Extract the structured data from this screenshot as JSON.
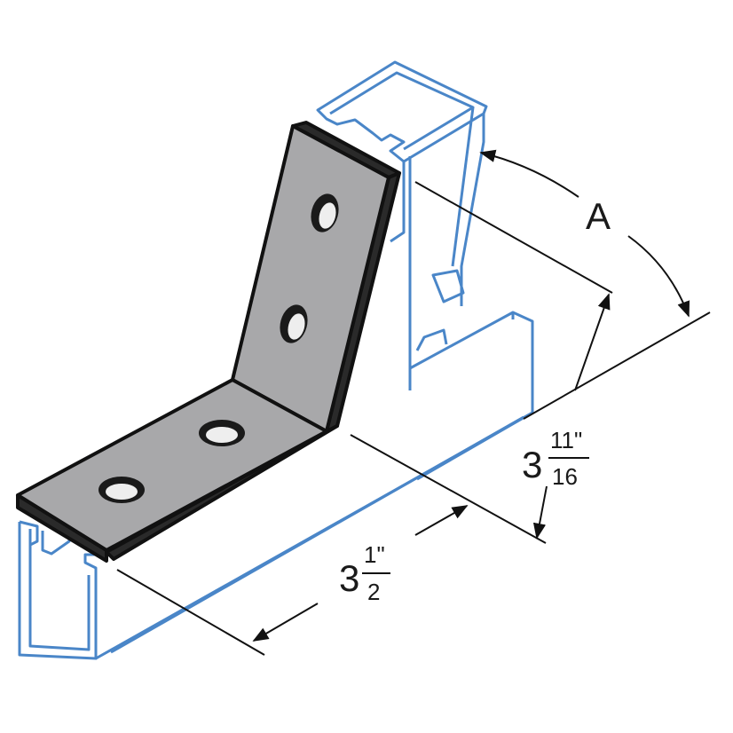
{
  "diagram": {
    "angle_label": "A",
    "height_dim": {
      "whole": "3",
      "numerator": "11\"",
      "denominator": "16"
    },
    "width_dim": {
      "whole": "3",
      "numerator": "1\"",
      "denominator": "2"
    }
  },
  "colors": {
    "channel_stroke": "#4a86c8",
    "bracket_face": "#a8a8aa",
    "bracket_edge": "#2a2a2a",
    "bracket_outline": "#111111",
    "hole_fill": "#eeeeee",
    "dimension_line": "#111111"
  }
}
